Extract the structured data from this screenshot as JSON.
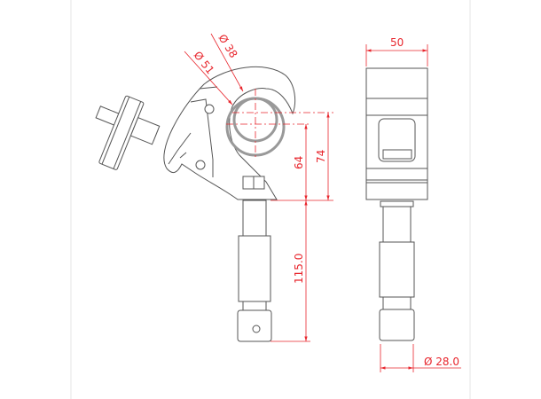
{
  "drawing": {
    "dimensions": {
      "tube_inner_diameter": "Ø 38",
      "tube_outer_diameter": "Ø 51",
      "height_center": "64",
      "height_top": "74",
      "spigot_length": "115.0",
      "width": "50",
      "spigot_diameter": "Ø 28.0"
    },
    "colors": {
      "dimension": "#e8262d",
      "outline": "#555555",
      "tube": "#999999"
    }
  }
}
